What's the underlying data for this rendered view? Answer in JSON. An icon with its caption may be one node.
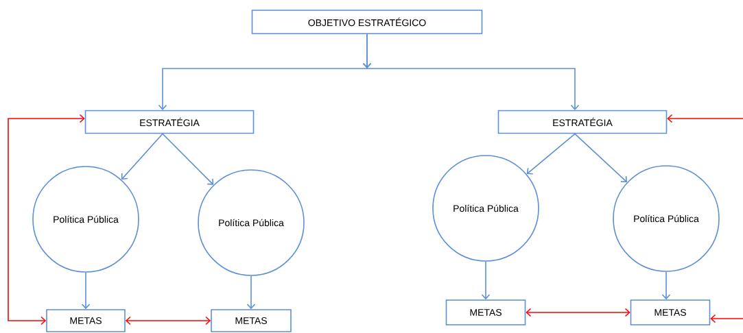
{
  "diagram": {
    "nodes": [
      {
        "text": [
          "OBJETIVO ESTRATÉGICO"
        ]
      },
      {
        "text": [
          "ESTRATÉGIA"
        ]
      },
      {
        "text": [
          "ESTRATÉGIA"
        ]
      },
      {
        "text": [
          "Política Pública"
        ]
      },
      {
        "text": [
          "Política Pública"
        ]
      },
      {
        "text": [
          "Política Pública"
        ]
      },
      {
        "text": [
          "Política Pública"
        ]
      },
      {
        "text": [
          "METAS"
        ]
      },
      {
        "text": [
          "METAS"
        ]
      },
      {
        "text": [
          "METAS"
        ]
      },
      {
        "text": [
          "METAS"
        ]
      }
    ],
    "edges": [
      {
        "from": 0,
        "to": 1,
        "arrow": "to"
      },
      {
        "from": 0,
        "to": 2,
        "arrow": "to"
      },
      {
        "from": 1,
        "to": 3,
        "arrow": "to"
      },
      {
        "from": 1,
        "to": 4,
        "arrow": "to"
      },
      {
        "from": 2,
        "to": 5,
        "arrow": "to"
      },
      {
        "from": 2,
        "to": 6,
        "arrow": "to"
      },
      {
        "from": 3,
        "to": 7,
        "arrow": "to"
      },
      {
        "from": 4,
        "to": 8,
        "arrow": "to"
      },
      {
        "from": 5,
        "to": 9,
        "arrow": "to"
      },
      {
        "from": 6,
        "to": 10,
        "arrow": "to"
      },
      {
        "from": 7,
        "to": 1,
        "arrow": "both",
        "color": "#ff0000"
      },
      {
        "from": 7,
        "to": 8,
        "arrow": "both",
        "color": "#ff0000"
      },
      {
        "from": null,
        "to": 2,
        "arrow": "to",
        "color": "#ff0000"
      },
      {
        "from": 9,
        "to": 10,
        "arrow": "both",
        "color": "#ff0000"
      },
      {
        "from": null,
        "to": 10,
        "arrow": "to",
        "color": "#ff0000"
      }
    ]
  }
}
